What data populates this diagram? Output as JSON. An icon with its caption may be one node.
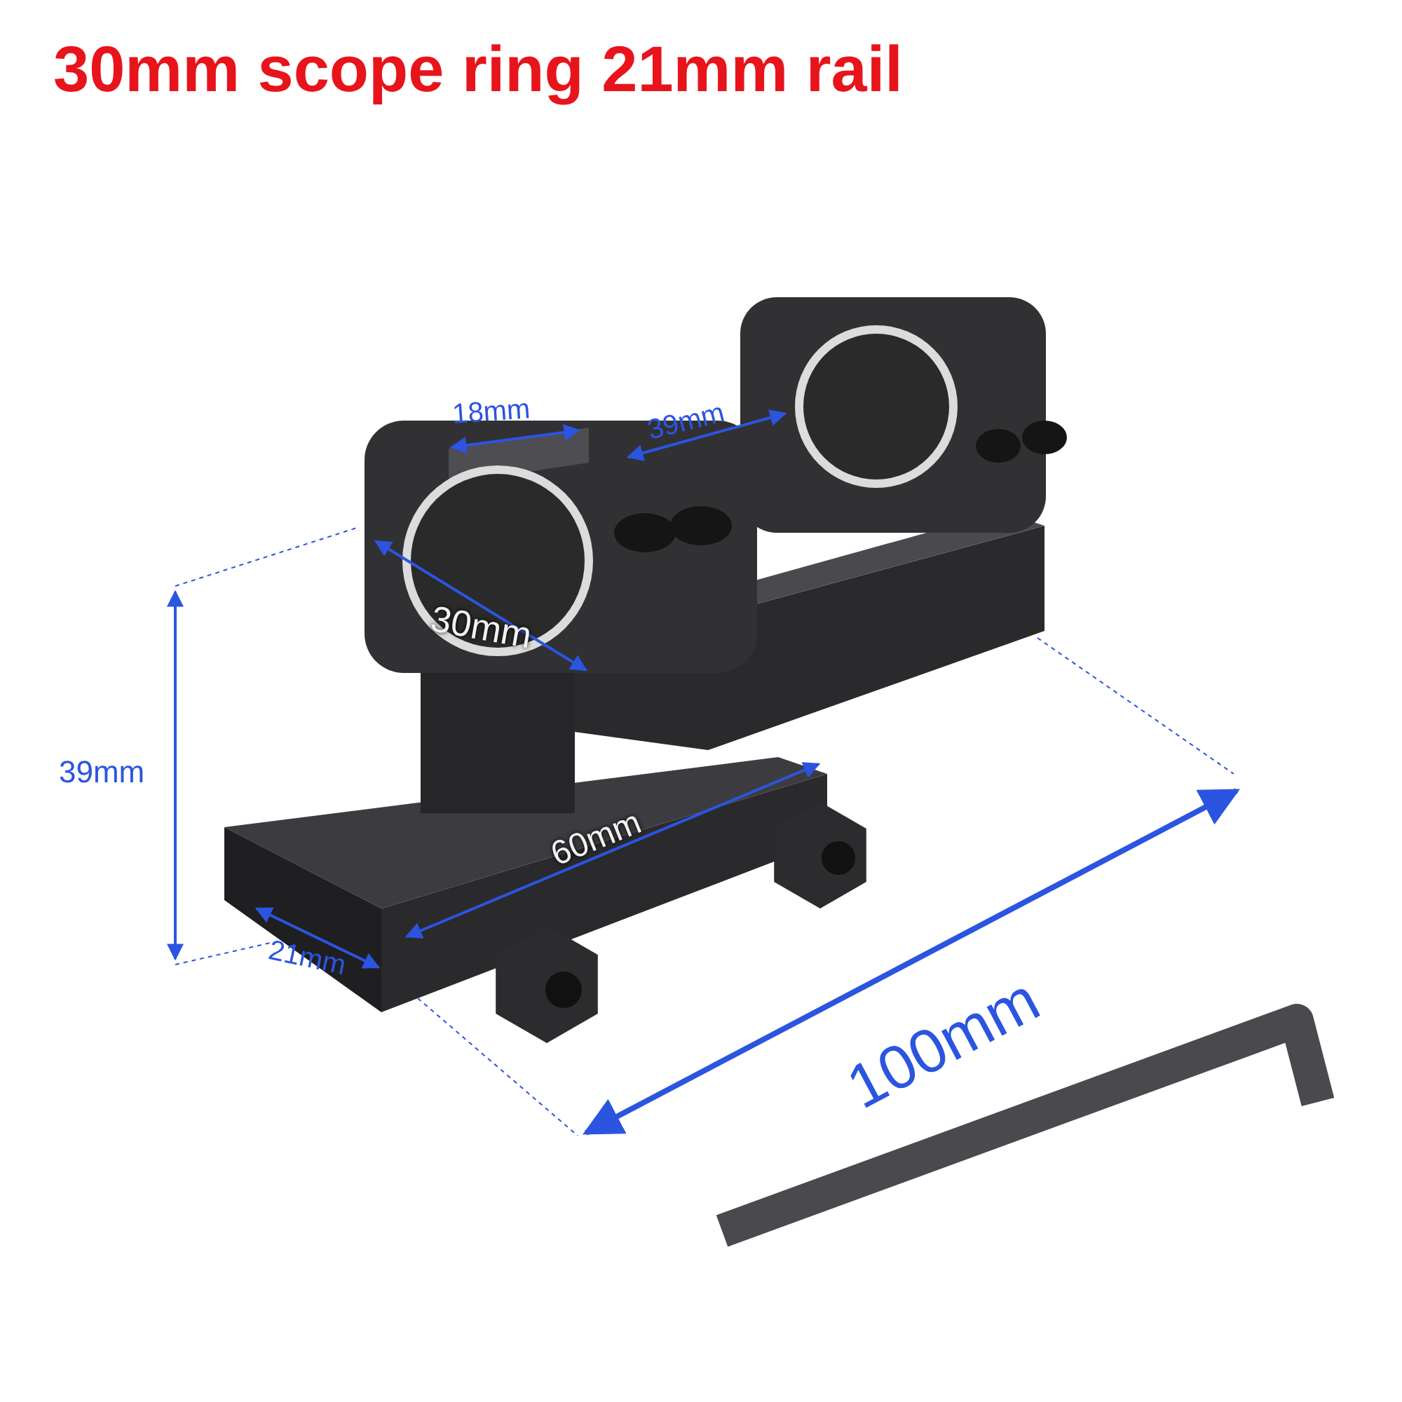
{
  "diagram": {
    "title": "30mm scope ring 21mm rail",
    "labels": [
      "18mm",
      "39mm",
      "30mm",
      "39mm",
      "60mm",
      "21mm",
      "100mm"
    ]
  }
}
